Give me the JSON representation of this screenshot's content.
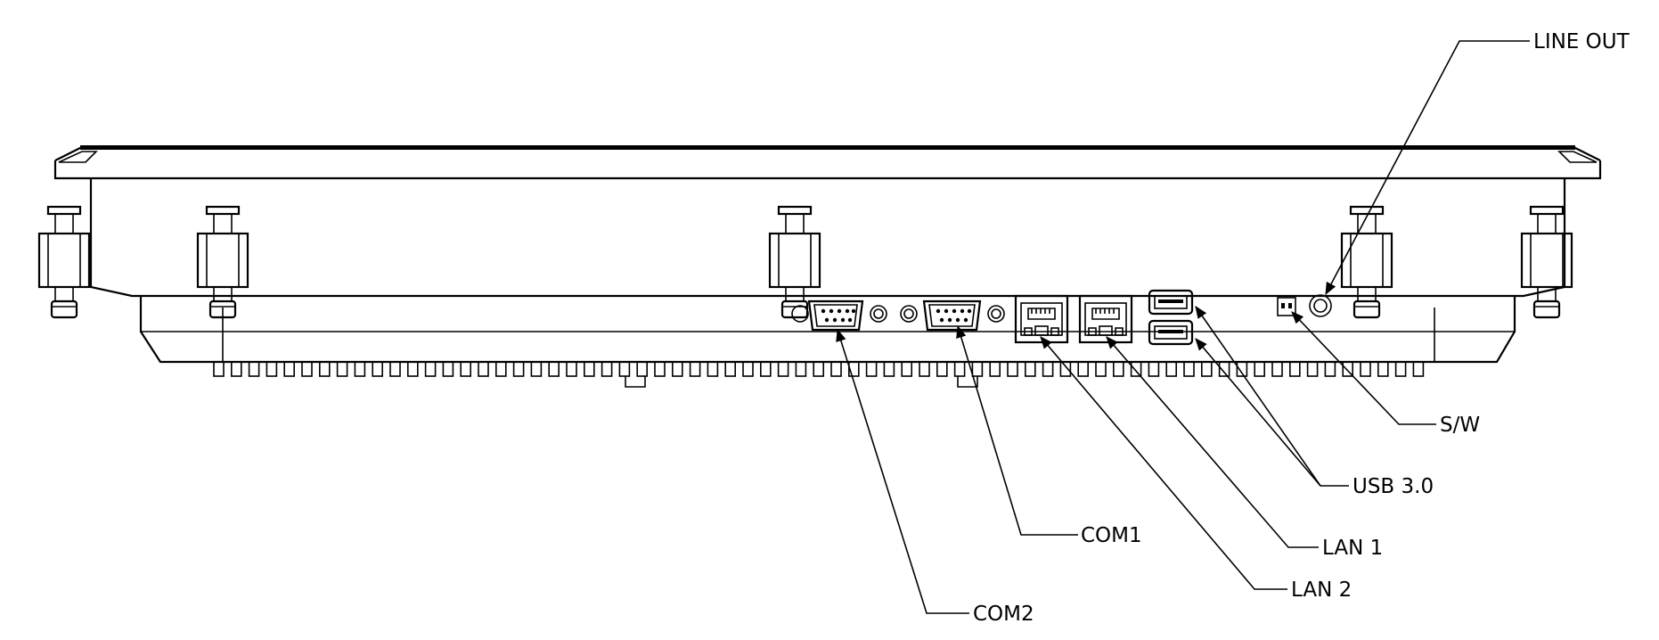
{
  "labels": {
    "line_out": "LINE OUT",
    "sw": "S/W",
    "usb": "USB 3.0",
    "lan1": "LAN 1",
    "lan2": "LAN 2",
    "com1": "COM1",
    "com2": "COM2"
  },
  "colors": {
    "line": "#000000",
    "background": "#ffffff"
  }
}
